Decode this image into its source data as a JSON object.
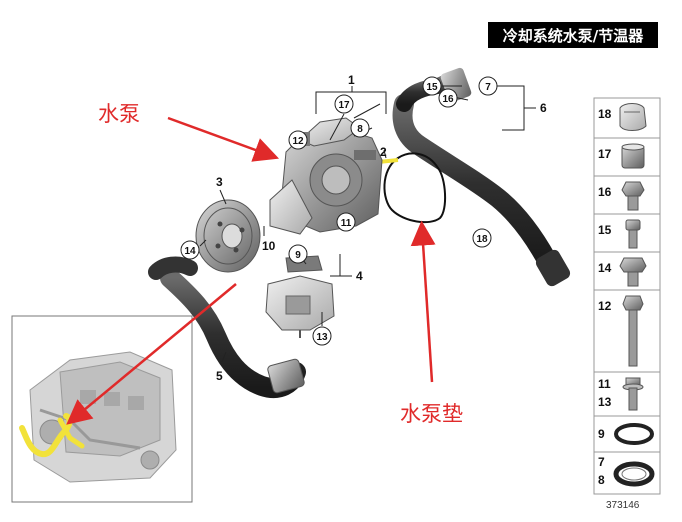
{
  "title": "冷却系统水泵/节温器",
  "annotations": {
    "water_pump": "水泵",
    "water_pump_gasket": "水泵垫"
  },
  "part_labels": {
    "p1": "1",
    "p2": "2",
    "p3": "3",
    "p4": "4",
    "p5": "5",
    "p6": "6",
    "p10": "10"
  },
  "circled": {
    "c7": "7",
    "c8": "8",
    "c9": "9",
    "c11": "11",
    "c12": "12",
    "c13": "13",
    "c14": "14",
    "c15": "15",
    "c16": "16",
    "c17": "17",
    "c18": "18"
  },
  "legend": {
    "items": [
      {
        "label": "18",
        "icon": "clip-icon"
      },
      {
        "label": "17",
        "icon": "sleeve-icon"
      },
      {
        "label": "16",
        "icon": "hex-bolt-short-icon"
      },
      {
        "label": "15",
        "icon": "socket-screw-icon"
      },
      {
        "label": "14",
        "icon": "hex-bolt-icon"
      },
      {
        "label": "12",
        "icon": "long-bolt-icon"
      },
      {
        "label": "11",
        "label2": "13",
        "icon": "flange-bolt-icon"
      },
      {
        "label": "9",
        "icon": "o-ring-icon"
      },
      {
        "label": "7",
        "label2": "8",
        "icon": "seal-ring-icon"
      }
    ],
    "ref_number": "373146"
  },
  "colors": {
    "callout_red": "#e02a2a",
    "highlight_yellow": "#f2e23a",
    "part_gray": "#8c8c8c"
  }
}
